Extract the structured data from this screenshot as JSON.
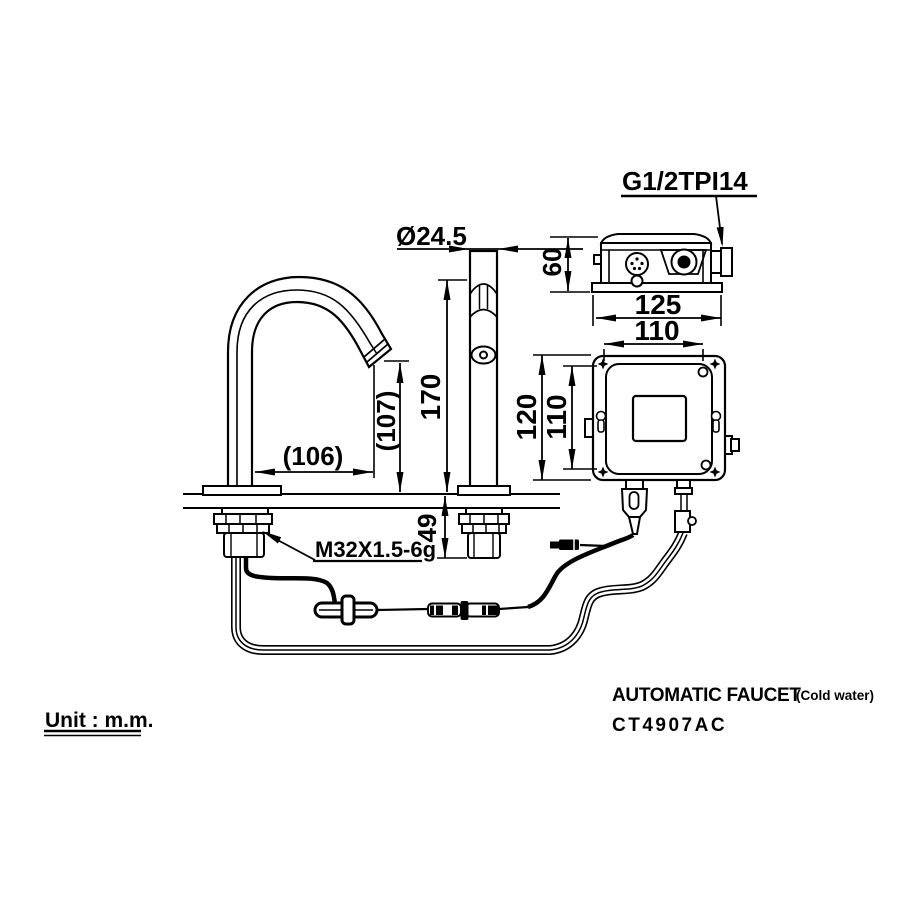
{
  "drawing": {
    "dimensions": {
      "spout_diameter": "Ø24.5",
      "box_depth": "60",
      "box_width": "125",
      "hole_spacing_h": "110",
      "box_height": "120",
      "hole_spacing_v": "110",
      "spout_height": "170",
      "spout_tip_height": "(107)",
      "spout_reach": "(106)",
      "shank_below_deck": "49"
    },
    "labels": {
      "inlet_thread": "G1/2TPI14",
      "mounting_thread": "M32X1.5-6g"
    },
    "footer": {
      "unit_note": "Unit : m.m.",
      "product_name": "AUTOMATIC FAUCET",
      "water_type": "(Cold water)",
      "model_code": "CT4907AC"
    }
  }
}
